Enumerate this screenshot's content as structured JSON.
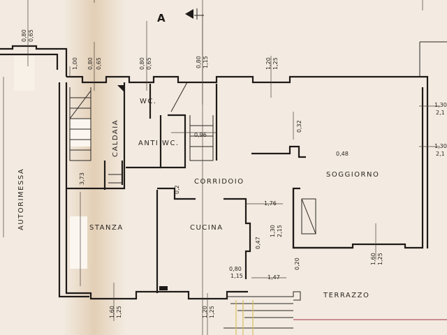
{
  "section_marker": "A",
  "rooms": {
    "garage": "AUTORIMESSA",
    "boiler": "CALDAIA",
    "wc": "WC.",
    "anti_wc": "ANTI WC.",
    "corridor": "CORRIDOIO",
    "living": "SOGGIORNO",
    "bedroom": "STANZA",
    "kitchen": "CUCINA",
    "terrace": "TERRAZZO"
  },
  "dimensions": {
    "garage_window": [
      "0,80",
      "0,65"
    ],
    "wall_1": "1,00",
    "stair_window": [
      "0,80",
      "0,65"
    ],
    "wc_window": [
      "0,80",
      "0,65"
    ],
    "stair2_window": [
      "0,80",
      "1,15"
    ],
    "corridor_window": [
      "1,20",
      "1,25"
    ],
    "pillar": "0,32",
    "living_offset": "0,48",
    "living_window_1": [
      "1,30",
      "2,1"
    ],
    "living_window_2": [
      "1,30",
      "2,1"
    ],
    "stair_width": "0,96",
    "stair_length": "3,73",
    "kitchen_step": "0,2",
    "kitchen_door": "1,76",
    "kitchen_window": [
      "1,30",
      "2,15"
    ],
    "kitchen_jamb": "0,47",
    "kitchen_door2": [
      "0,80",
      "1,15"
    ],
    "terrace_step": "1,47",
    "terrace_pillar": "0,20",
    "bedroom_window": [
      "1,60",
      "1,25"
    ],
    "kitchen_window2": [
      "1,20",
      "1,25"
    ],
    "living_window_3": [
      "1,60",
      "1,25"
    ]
  },
  "colors": {
    "paper": "#f3ebe1",
    "ink": "#1e1a18",
    "red_line": "#b05060",
    "yellow_line": "#d8c060"
  }
}
